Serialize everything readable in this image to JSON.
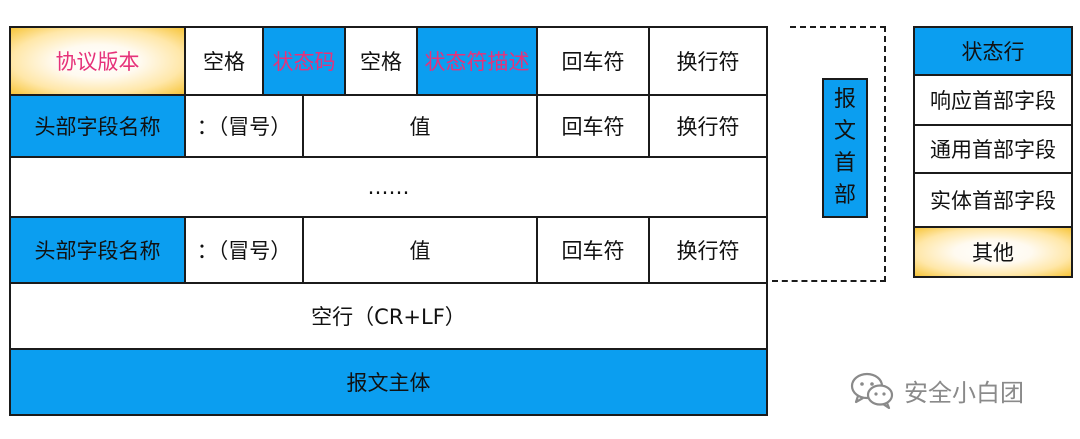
{
  "status_row": {
    "protocol_version": "协议版本",
    "space1": "空格",
    "status_code": "状态码",
    "space2": "空格",
    "status_desc": "状态符描述",
    "cr": "回车符",
    "lf": "换行符"
  },
  "header_row_1": {
    "field_name": "头部字段名称",
    "colon": "：（冒号）",
    "value": "值",
    "cr": "回车符",
    "lf": "换行符"
  },
  "ellipsis": "……",
  "header_row_2": {
    "field_name": "头部字段名称",
    "colon": "：（冒号）",
    "value": "值",
    "cr": "回车符",
    "lf": "换行符"
  },
  "blank_line": "空行（CR+LF）",
  "message_body": "报文主体",
  "message_header_label": [
    "报",
    "文",
    "首",
    "部"
  ],
  "legend": {
    "status_line": "状态行",
    "response_header": "响应首部字段",
    "general_header": "通用首部字段",
    "entity_header": "实体首部字段",
    "other": "其他"
  },
  "watermark": {
    "text": "安全小白团",
    "icon": "wechat-icon"
  },
  "colors": {
    "blue": "#0b9ef0",
    "pink_text": "#e6327a",
    "gold": "#f7c53a"
  }
}
